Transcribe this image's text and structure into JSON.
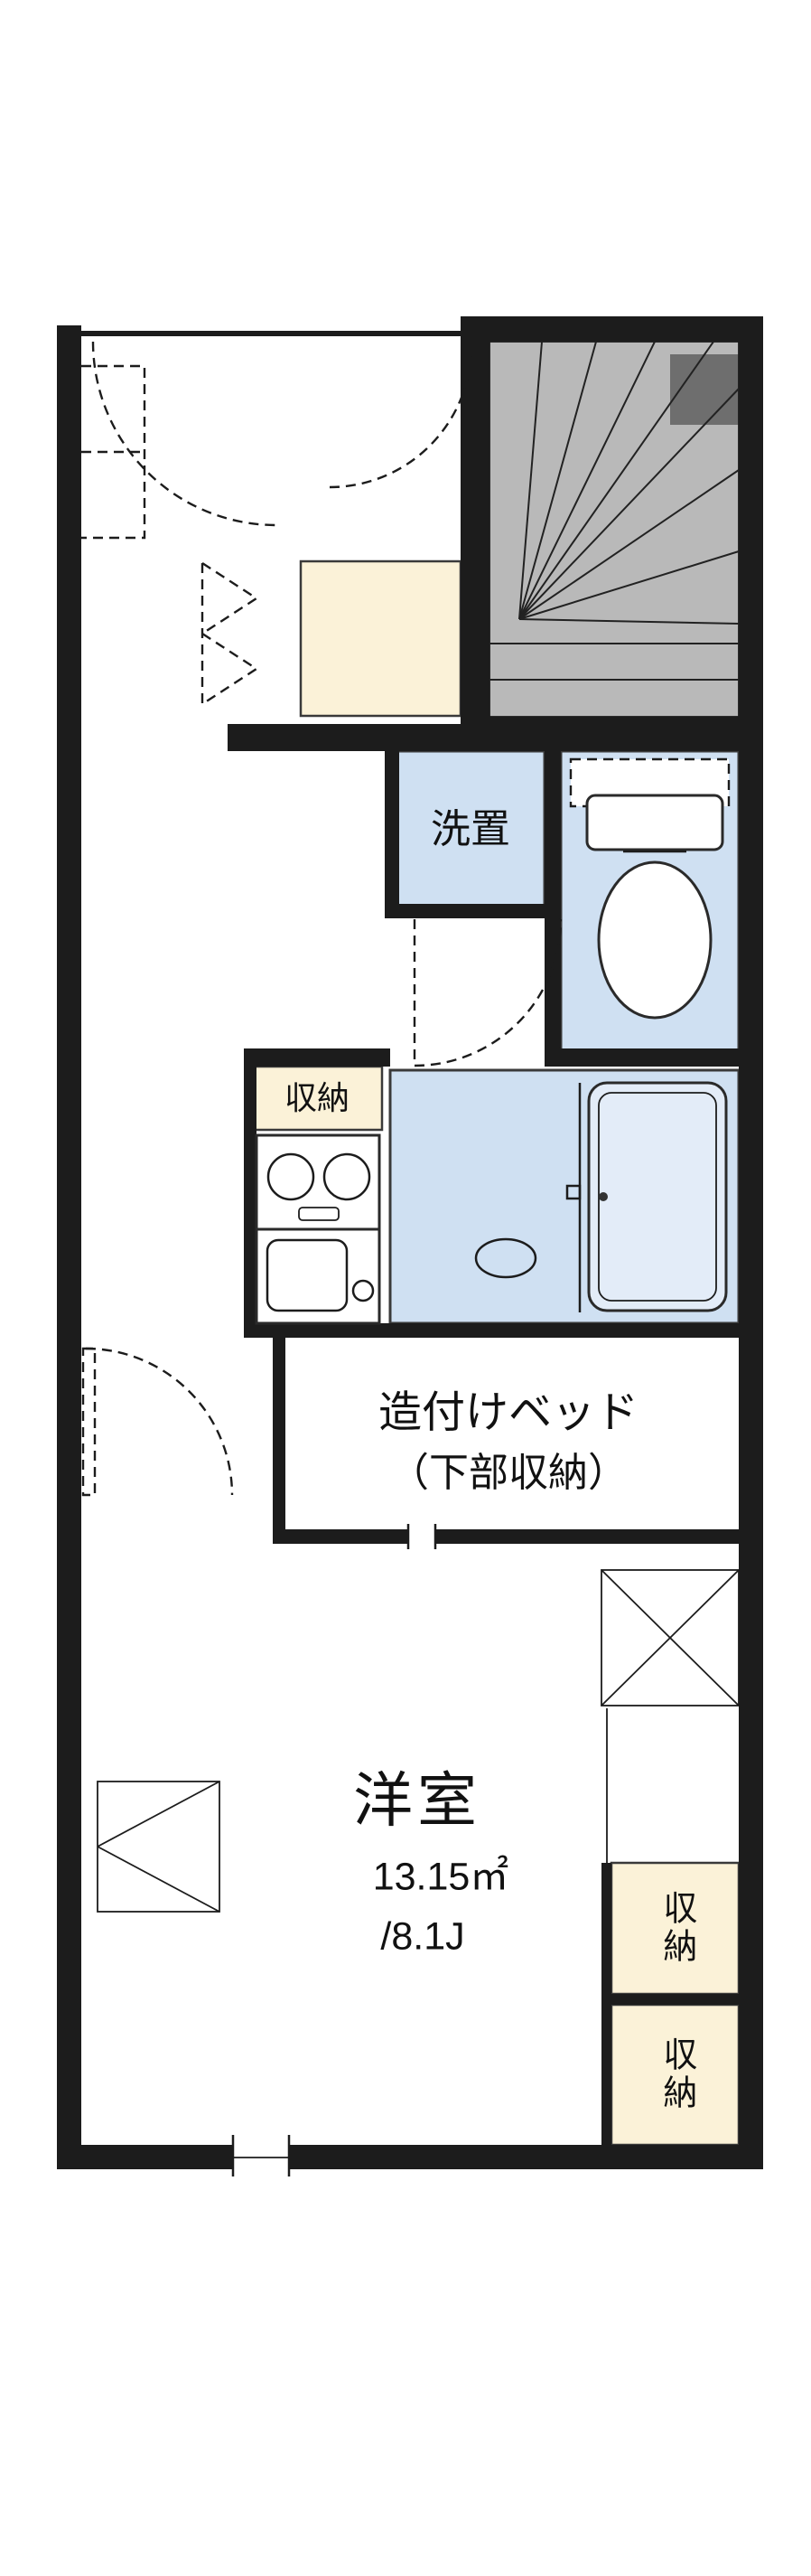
{
  "floorplan": {
    "labels": {
      "laundry": "洗置",
      "kitchen_storage": "収納",
      "bed_line1": "造付けベッド",
      "bed_line2": "（下部収納）",
      "room_name": "洋室",
      "room_area_m2": "13.15㎡",
      "room_area_jo": "/8.1J",
      "closet_top": "収納",
      "closet_bottom": "収納"
    },
    "colors": {
      "wall": "#1c1c1c",
      "wet_room_fill": "#cfe0f2",
      "storage_fill": "#fbf2d8",
      "staircase_fill": "#b9b9b9",
      "staircase_dark": "#6e6e6e",
      "bathtub_fill": "#e3ecf8",
      "background": "#ffffff"
    }
  }
}
